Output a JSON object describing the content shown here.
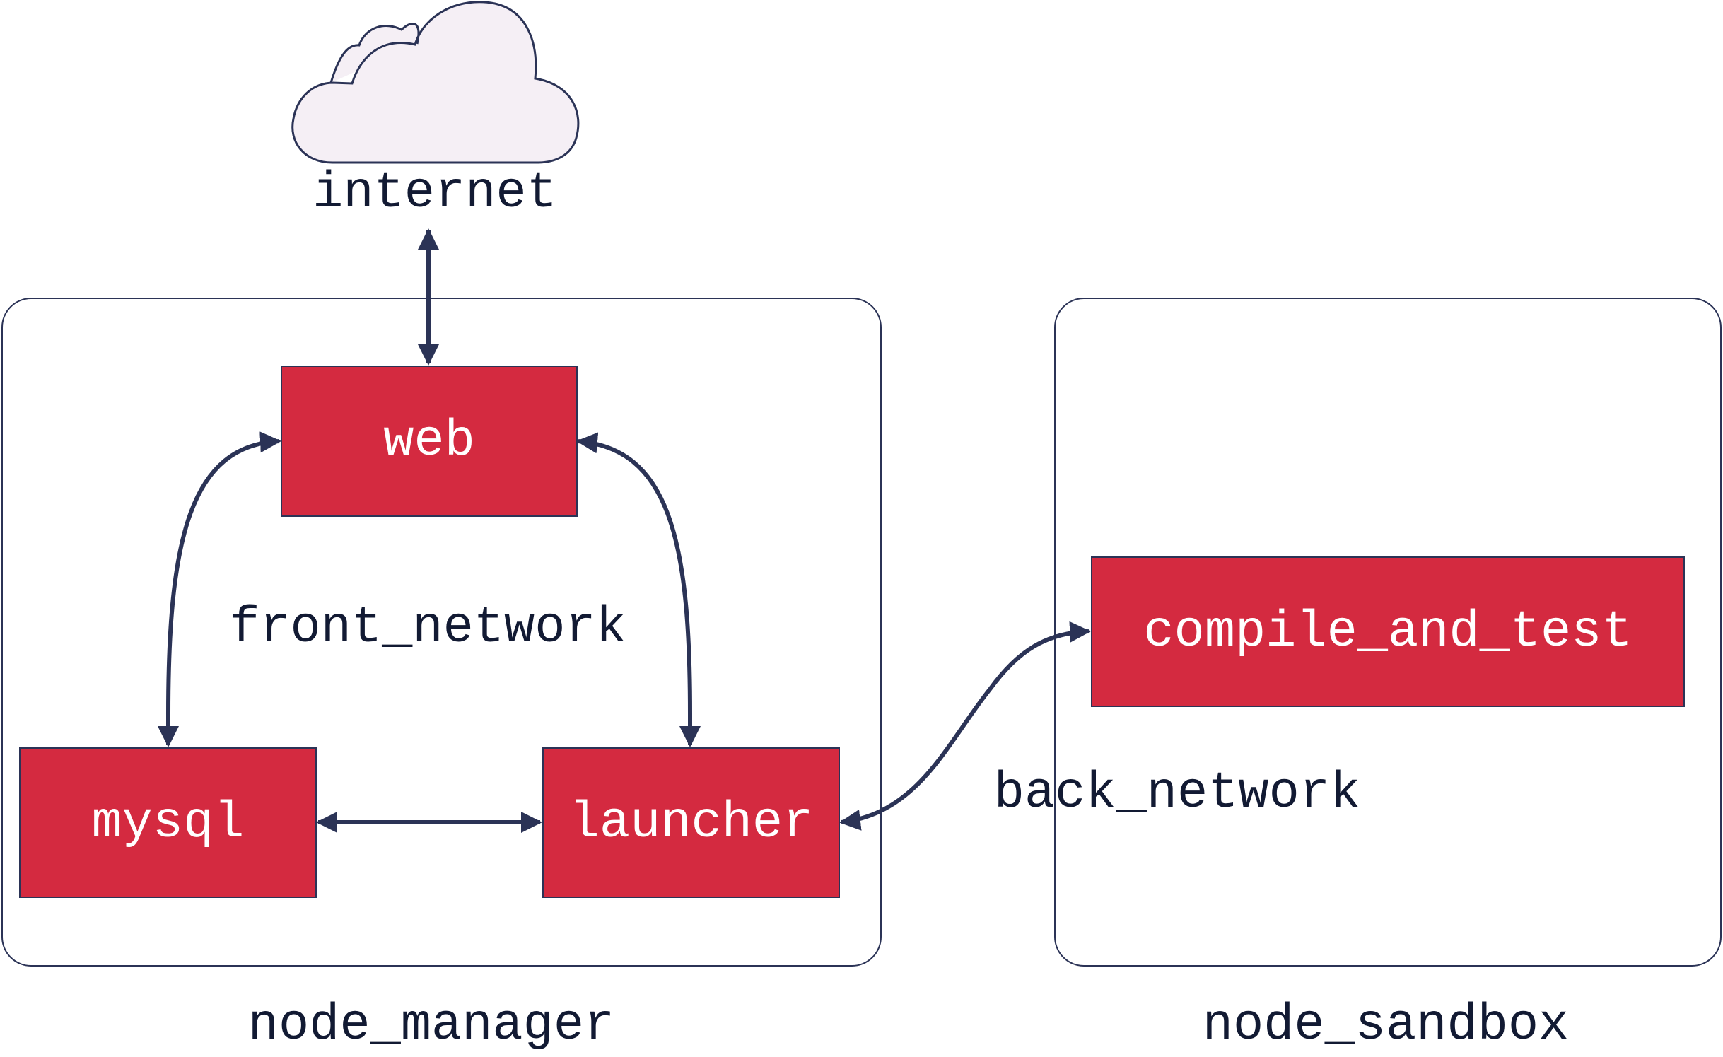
{
  "colors": {
    "service_fill": "#d42a40",
    "service_text": "#ffffff",
    "line": "#2b3356",
    "label_text": "#121a33",
    "cloud_fill": "#f5eff5"
  },
  "cloud": {
    "icon": "cloud-icon",
    "label": "internet"
  },
  "nodes": {
    "manager": {
      "label": "node_manager"
    },
    "sandbox": {
      "label": "node_sandbox"
    }
  },
  "services": {
    "web": "web",
    "mysql": "mysql",
    "launcher": "launcher",
    "compile_and_test": "compile_and_test"
  },
  "networks": {
    "front": "front_network",
    "back": "back_network"
  }
}
